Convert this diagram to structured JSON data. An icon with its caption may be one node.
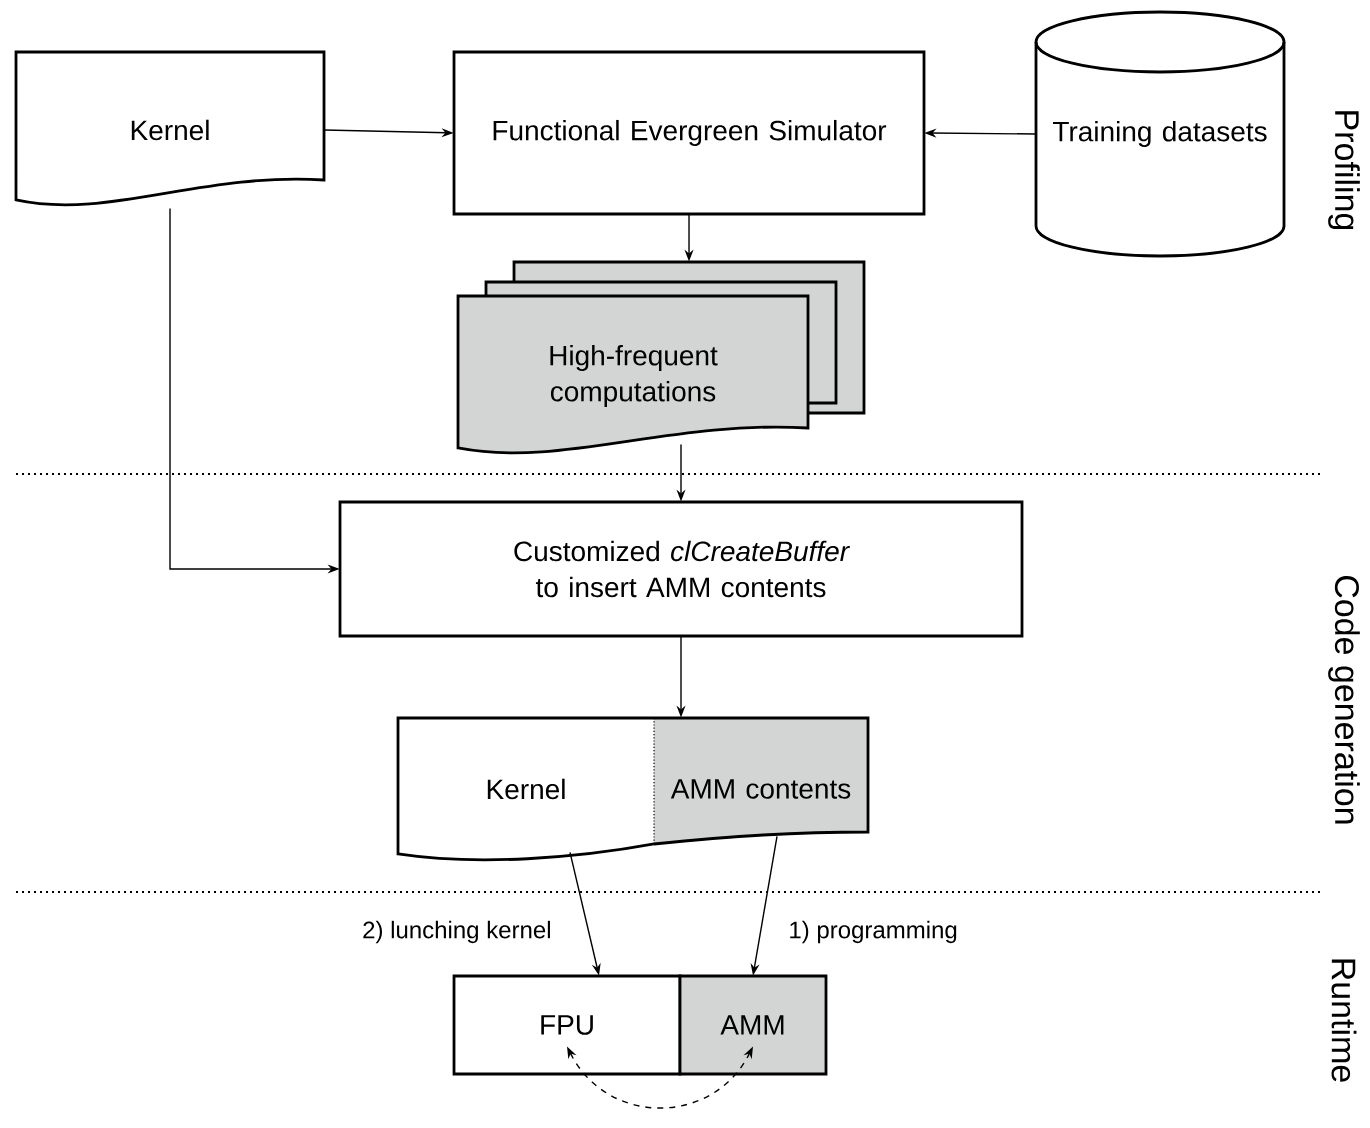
{
  "diagram": {
    "nodes": [
      {
        "text": [
          "Kernel"
        ]
      },
      {
        "text": [
          "Functional Evergreen Simulator"
        ]
      },
      {
        "text": [
          "Training datasets"
        ]
      },
      {
        "text": [
          "High-frequent computations"
        ]
      },
      {
        "text": [
          "Customized *clCreateBuffer* to insert AMM contents"
        ]
      },
      {
        "text": [
          "Kernel"
        ]
      },
      {
        "text": [
          "AMM contents"
        ]
      },
      {
        "text": [
          "FPU"
        ]
      },
      {
        "text": [
          "AMM"
        ]
      }
    ],
    "edges": [
      {
        "from": 0,
        "to": 1,
        "arrow": "to"
      },
      {
        "from": 2,
        "to": 1,
        "arrow": "to"
      },
      {
        "from": 1,
        "to": 3,
        "arrow": "to"
      },
      {
        "from": 3,
        "to": 4,
        "arrow": "to"
      },
      {
        "from": 0,
        "to": 4,
        "arrow": "to"
      },
      {
        "from": 4,
        "to": 6,
        "arrow": "to"
      },
      {
        "from": 5,
        "to": 7,
        "arrow": "to",
        "label": "2) lunching kernel"
      },
      {
        "from": 6,
        "to": 8,
        "arrow": "to",
        "label": "1) programming"
      },
      {
        "from": 7,
        "to": 8,
        "arrow": "both",
        "style": "dashed"
      }
    ],
    "labels": [
      "Profiling",
      "Code generation",
      "Runtime"
    ]
  }
}
